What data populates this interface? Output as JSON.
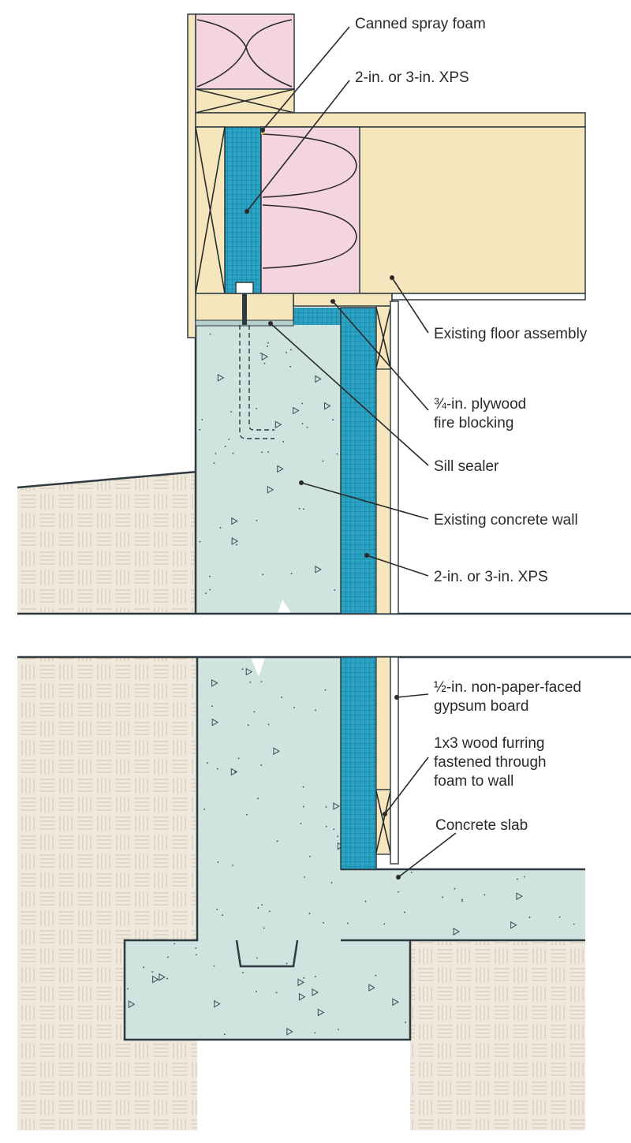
{
  "labels": {
    "canned_spray_foam": "Canned spray foam",
    "xps_upper": "2-in. or 3-in. XPS",
    "existing_floor": "Existing floor assembly",
    "plywood_line1": "¾-in. plywood",
    "plywood_line2": "fire blocking",
    "sill_sealer": "Sill sealer",
    "concrete_wall": "Existing concrete wall",
    "xps_lower": "2-in. or 3-in. XPS",
    "gypsum_line1": "½-in. non-paper-faced",
    "gypsum_line2": "gypsum board",
    "furring_line1": "1x3 wood furring",
    "furring_line2": "fastened through",
    "furring_line3": "foam to wall",
    "concrete_slab": "Concrete slab"
  },
  "colors": {
    "concrete": "#cfe3df",
    "xps_foam": "#2ba3c4",
    "wood": "#f6e6bd",
    "insulation": "#f3d4df",
    "soil": "#efe8dc",
    "outline": "#2f3a40"
  }
}
